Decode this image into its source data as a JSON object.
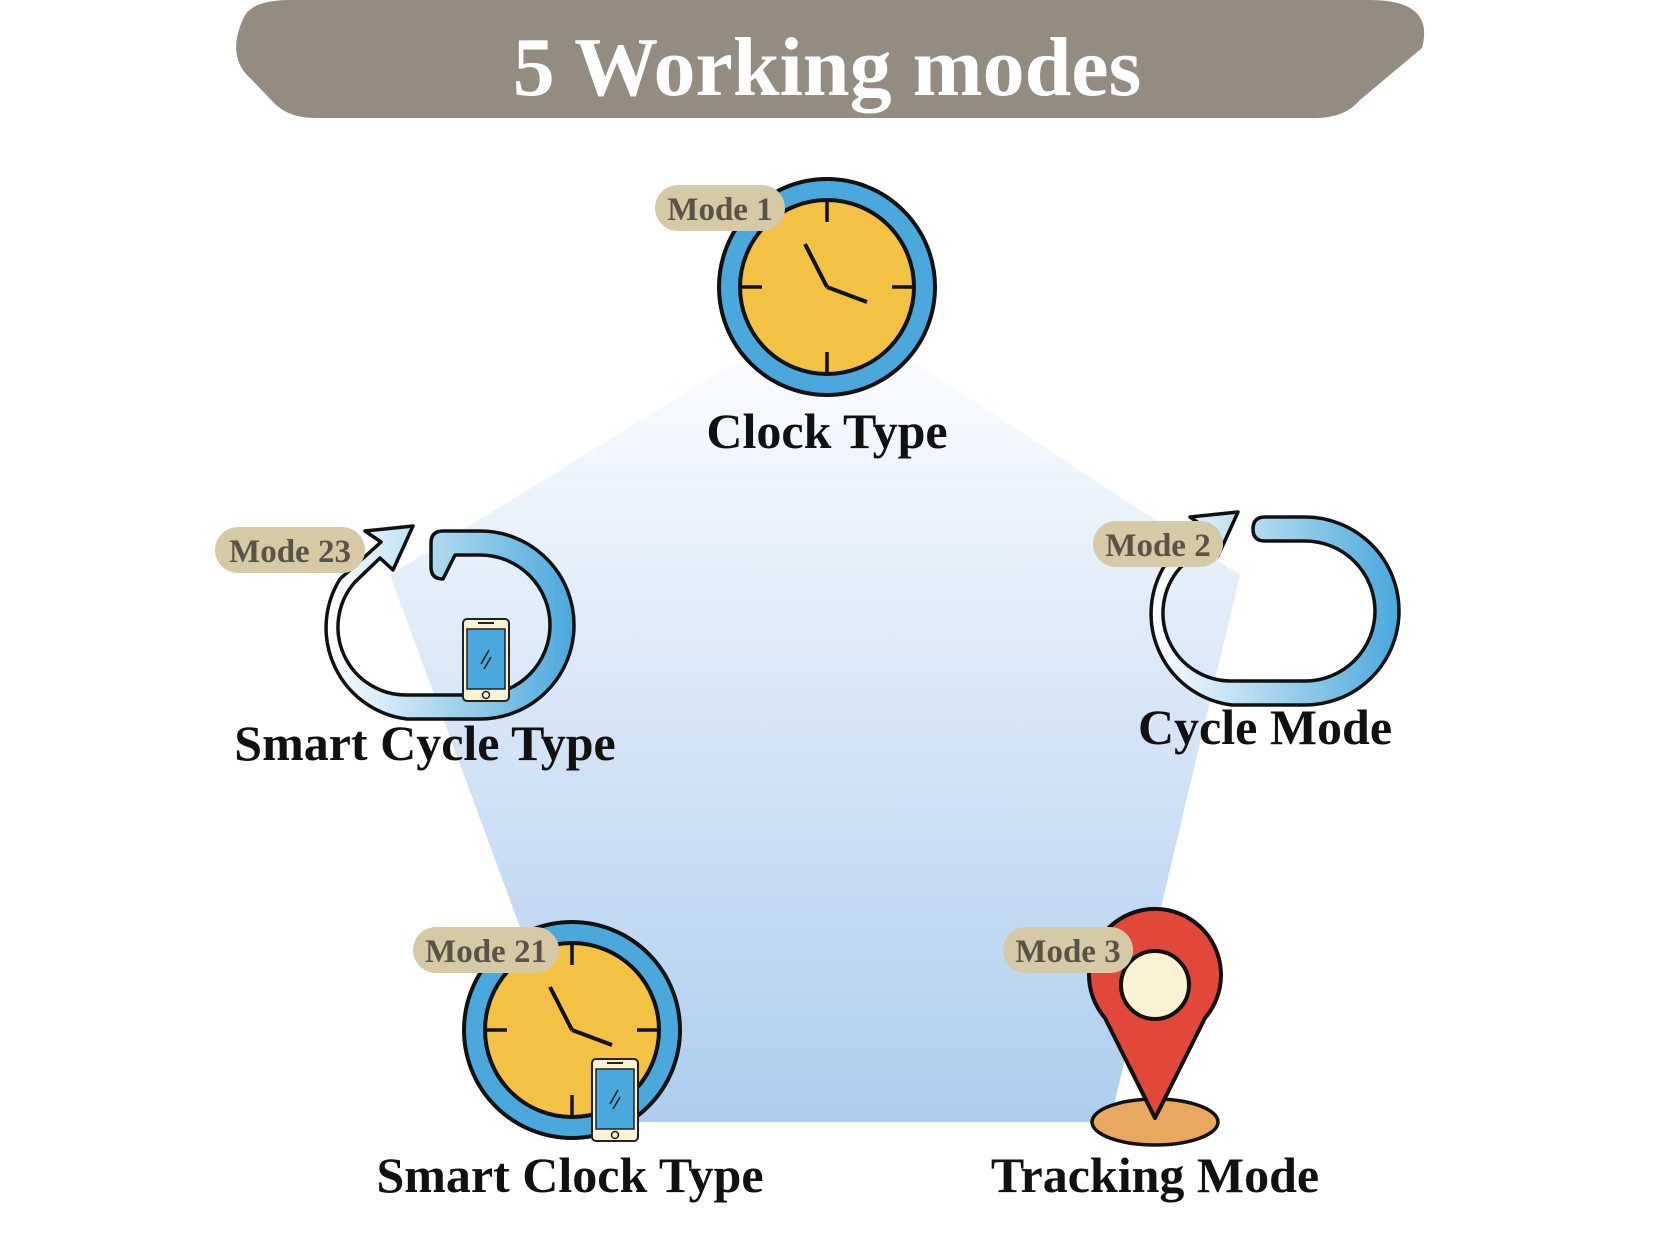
{
  "banner": {
    "title": "5 Working modes",
    "color": "#948c81"
  },
  "colors": {
    "badge": "#d6c9a6",
    "badge_text": "#5a5347",
    "ring_blue": "#4aa8dc",
    "clock_face": "#f3c244",
    "pin_red": "#e2483a",
    "pin_base": "#e8a860",
    "pentagon_top": "#ffffff",
    "pentagon_bottom": "#aecdee"
  },
  "modes": [
    {
      "badge": "Mode 1",
      "label": "Clock Type",
      "icon": "clock-icon"
    },
    {
      "badge": "Mode 2",
      "label": "Cycle Mode",
      "icon": "cycle-arrow-icon"
    },
    {
      "badge": "Mode 3",
      "label": "Tracking Mode",
      "icon": "location-pin-icon"
    },
    {
      "badge": "Mode 21",
      "label": "Smart Clock Type",
      "icon": "clock-with-phone-icon"
    },
    {
      "badge": "Mode 23",
      "label": "Smart Cycle Type",
      "icon": "cycle-arrow-with-phone-icon"
    }
  ]
}
